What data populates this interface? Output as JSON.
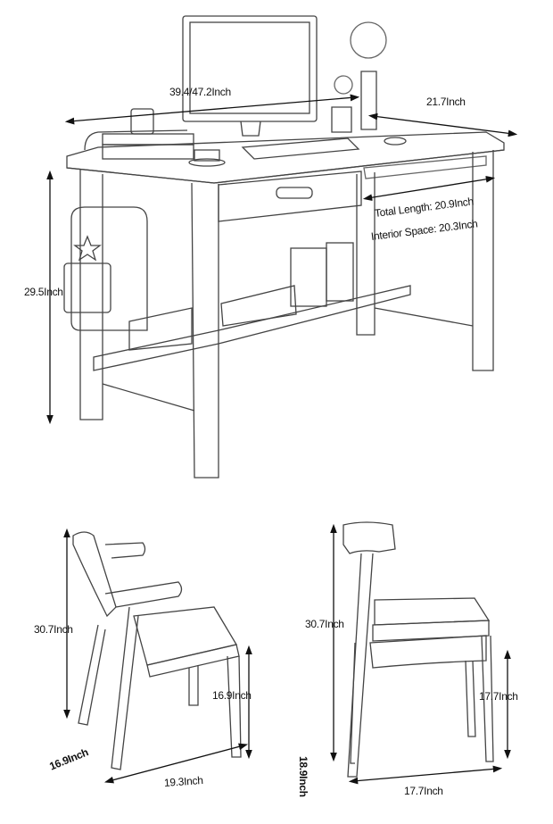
{
  "desk": {
    "width_label": "39.4/47.2Inch",
    "depth_label": "21.7Inch",
    "height_label": "29.5Inch",
    "keyboard_tray_total": "Total Length: 20.9Inch",
    "keyboard_tray_interior": "Interior Space: 20.3Inch"
  },
  "armchair": {
    "height_label": "30.7Inch",
    "seat_height_label": "16.9Inch",
    "depth_label": "16.9Inch",
    "width_label": "19.3Inch"
  },
  "side_chair": {
    "height_label": "30.7Inch",
    "seat_height_label": "17.7Inch",
    "depth_label": "18.9Inch",
    "width_label": "17.7Inch"
  }
}
